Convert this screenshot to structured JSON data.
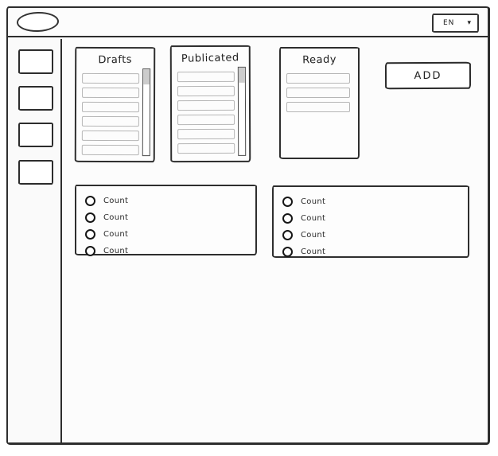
{
  "header": {
    "logo_icon": "oval-logo",
    "language_selector": {
      "selected": "EN",
      "chevron": "▾"
    }
  },
  "sidebar": {
    "nav_placeholder_count": 4
  },
  "lists": [
    {
      "title": "Drafts",
      "item_count": 6,
      "has_scrollbar": true
    },
    {
      "title": "Publicated",
      "item_count": 6,
      "has_scrollbar": true
    },
    {
      "title": "Ready",
      "item_count": 3,
      "has_scrollbar": false
    }
  ],
  "add_button": {
    "label": "ADD"
  },
  "count_panels": [
    {
      "options": [
        "Count",
        "Count",
        "Count",
        "Count"
      ]
    },
    {
      "options": [
        "Count",
        "Count",
        "Count",
        "Count"
      ]
    }
  ],
  "colors": {
    "ink": "#2e2e2e",
    "light_line": "#b6b6b6",
    "scroll_thumb": "#cccccc",
    "window_bg": "#fcfcfc"
  }
}
